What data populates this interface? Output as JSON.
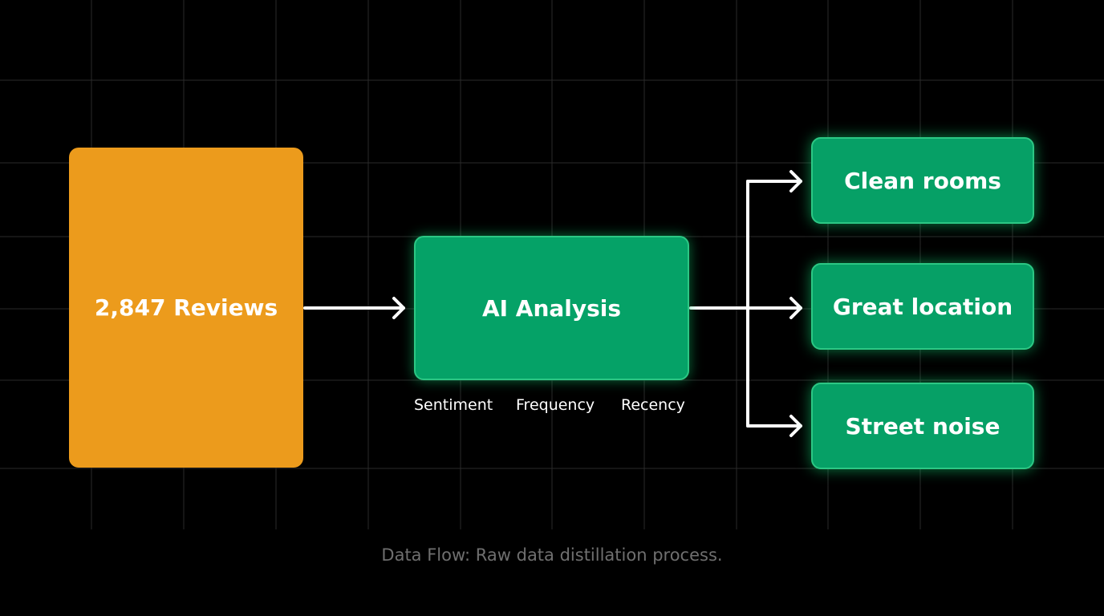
{
  "diagram": {
    "source": {
      "label": "2,847 Reviews"
    },
    "process": {
      "label": "AI Analysis"
    },
    "factors": [
      "Sentiment",
      "Frequency",
      "Recency"
    ],
    "outputs": [
      "Clean rooms",
      "Great location",
      "Street noise"
    ],
    "caption": "Data Flow: Raw data distillation process."
  },
  "colors": {
    "background": "#000000",
    "grid": "#2a2a2a",
    "source_fill": "#ec9b1c",
    "node_fill": "#05a267",
    "node_border": "#2cc784",
    "arrow": "#ffffff",
    "caption_text": "#6f6f6f"
  }
}
